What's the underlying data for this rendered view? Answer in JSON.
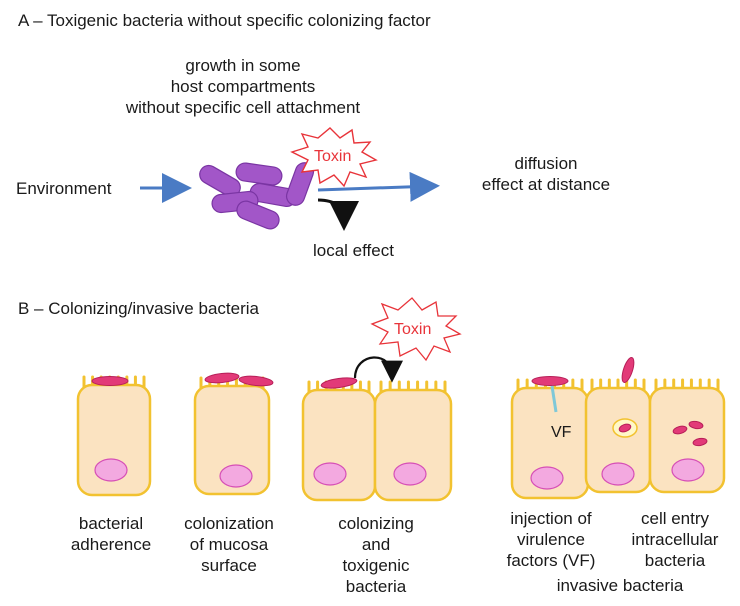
{
  "section_a": {
    "title": "A – Toxigenic bacteria without specific colonizing factor",
    "growth_text": "growth in some\nhost compartments\nwithout specific cell attachment",
    "toxin_label": "Toxin",
    "environment_label": "Environment",
    "diffusion_text": "diffusion\neffect at distance",
    "local_effect_label": "local effect"
  },
  "section_b": {
    "title": "B – Colonizing/invasive bacteria",
    "toxin_label": "Toxin",
    "vf_label": "VF",
    "captions": {
      "adherence": "bacterial\nadherence",
      "colonization": "colonization\nof mucosa\nsurface",
      "toxigenic": "colonizing\nand\ntoxigenic\nbacteria",
      "injection": "injection of\nvirulence\nfactors (VF)",
      "cell_entry": "cell entry\nintracellular\nbacteria",
      "invasive": "invasive bacteria"
    }
  },
  "colors": {
    "cell_fill": "#fbe3c1",
    "cell_border": "#f2c230",
    "nucleus_fill": "#f3a9e0",
    "nucleus_border": "#d64fb6",
    "bacteria_fill": "#e23a78",
    "rod_fill": "#a256c8",
    "arrow_blue": "#4a7bc4",
    "toxin_red": "#e8343a"
  }
}
